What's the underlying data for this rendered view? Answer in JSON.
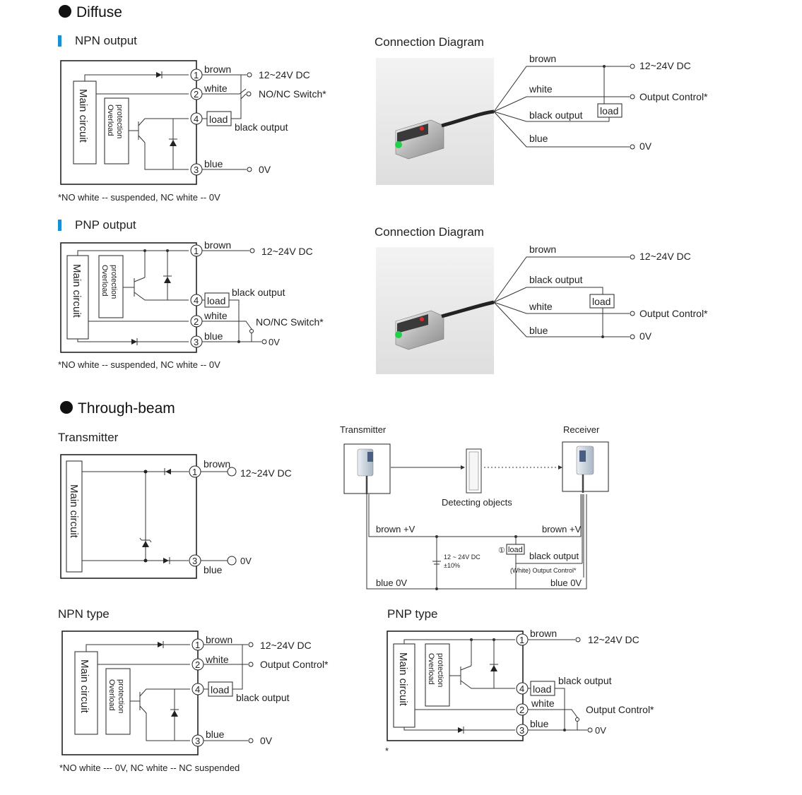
{
  "sections": {
    "diffuse": "Diffuse",
    "through_beam": "Through-beam"
  },
  "subtitles": {
    "npn_output": "NPN output",
    "pnp_output": "PNP output",
    "connection_diagram": "Connection Diagram",
    "transmitter": "Transmitter",
    "npn_type": "NPN type",
    "pnp_type": "PNP type"
  },
  "labels": {
    "main_circuit": "Main circuit",
    "overload_1": "Overload",
    "overload_2": "protection",
    "brown": "brown",
    "white": "white",
    "blue": "blue",
    "black_output": "black output",
    "load": "load",
    "supply": "12~24V DC",
    "zero_v": "0V",
    "no_nc_switch": "NO/NC Switch*",
    "output_control": "Output Control*",
    "pin1": "1",
    "pin2": "2",
    "pin3": "3",
    "pin4": "4"
  },
  "notes": {
    "diffuse_npn": "*NO white -- suspended, NC white -- 0V",
    "diffuse_pnp": "*NO white -- suspended, NC white -- 0V",
    "npn_type": "*NO white --- 0V, NC white -- NC suspended",
    "pnp_type": "*"
  },
  "through_beam_wiring": {
    "transmitter": "Transmitter",
    "receiver": "Receiver",
    "detecting_objects": "Detecting objects",
    "brown_plus_v": "brown +V",
    "blue_0v": "blue 0V",
    "supply_1": "12 ~ 24V DC",
    "supply_2": "±10%",
    "circle_1": "①",
    "white_output": "(White) Output Control*"
  },
  "colors": {
    "accent": "#1a8fd6",
    "line": "#333333",
    "bullet": "#111111"
  }
}
